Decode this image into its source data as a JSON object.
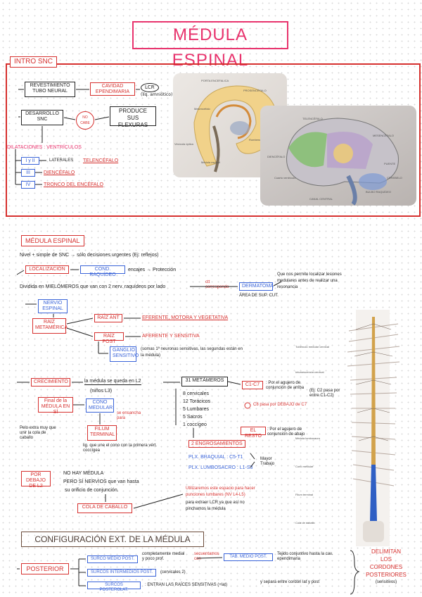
{
  "title": "MÉDULA ESPINAL",
  "intro": {
    "label": "INTRO SNC",
    "tube_box": "REVESTIMIENTO TUBO NEURAL",
    "cavity_box": "CAVIDAD EPENDIMARIA",
    "lcr": "LCR",
    "lcr_note": "(líq. amniótico)",
    "dev_box": "DESARROLLO SNC",
    "no_cabe": "NO CABE",
    "flexuras_box": "PRODUCE SUS FLEXURAS",
    "dilatations_title": "DILATACIONES : VENTRÍCULOS",
    "ventricles": [
      {
        "tag": "I y II",
        "arrow_label": "LATERALES",
        "target": "TELENCÉFALO"
      },
      {
        "tag": "III",
        "arrow_label": "",
        "target": "DIENCÉFALO"
      },
      {
        "tag": "IV",
        "arrow_label": "",
        "target": "TRONCO DEL ENCÉFALO"
      }
    ]
  },
  "medula": {
    "label": "MÉDULA ESPINAL",
    "nivel_line": "Nivel + simple de SNC → sólo decisiones urgentes (Ej: reflejos)",
    "loc_label": "LOCALIZACIÓN",
    "loc_box": "COND. RAQUÍDEO",
    "loc_note": "encajes → Protección",
    "divide_line": "Dividida en MIELÓMEROS que van con 2 nerv. raquídeos por lado",
    "ctt_label": "ctt correspondo",
    "dermatoma_box": "DERMATOMA",
    "dermatoma_note": "ÁREA DE SUP. CUT.",
    "dermatoma_side": "Que nos permite localizar lesiones medulares antes de realizar una resonancia",
    "nervio_box": "NERVIO ESPINAL",
    "raiz_box": "RAÍZ METAMÉRICA",
    "raiz_ant_box": "RAÍZ ANT",
    "raiz_ant_text": "EFERENTE, MOTORA Y VEGETATIVA",
    "raiz_post_box": "RAÍZ POST",
    "raiz_post_text": "AFERENTE Y SENSITIVA",
    "ganglio_box": "GANGLIO SENSITIVO",
    "ganglio_note": "(somas 1ª neuronas sensitivas, las segundas están en la médula)"
  },
  "crecimiento": {
    "label": "CRECIMIENTO",
    "se_queda": "la médula se queda en L2",
    "ninos": "(niños L3)",
    "metameros_box": "31 METÁMEROS",
    "metameros": [
      "8 cervicales",
      "12 Torácicos",
      "5 Lumbares",
      "5 Sacros",
      "1 coccígeo"
    ],
    "final_box": "Final de la MÉDULA EN SÍ",
    "cono_box": "CONO MEDULAR",
    "cono_note": "se ensancha para",
    "filum_box": "FILUM TERMINAL",
    "filum_note": "lig. que une el cono con la primera vért. coccígea",
    "pelo_note": "Pelo extra muy que unir la cola de caballo",
    "c1c7_box": "C1-C7",
    "c1c7_text": ": Por el agujero de conjunción de arriba",
    "c2_example": "(Ej: C2 pasa por entre C1-C2)",
    "c8_text": "C8 pasa por DEBAJO de C7",
    "resto_box": "EL RESTO",
    "resto_text": ": Por el agujero de conjunción de abajo",
    "engrosamientos": "2 ENGROSAMIENTOS",
    "plx1": "PLX. BRAQUIAL : C5-T1",
    "plx2": "PLX. LUMBOSACRO : L1-S3",
    "mayor_trabajo": "Mayor Trabajo"
  },
  "debajo": {
    "box": "POR DEBAJO DE L2",
    "line1": "NO HAY MÉDULA",
    "line2": "PERO SÍ NERVIOS que van hasta",
    "line3": "su orificio de conjunción.",
    "cola_box": "COLA DE CABALLO",
    "espacio": "Utilizaremos este espacio para hacer punciones lumbares (NV L4-L5)",
    "extraer": "para extraer LCR ya que así no pinchamos la médula"
  },
  "config": {
    "title": "CONFIGURACIÓN EXT. DE LA MÉDULA",
    "posterior_box": "POSTERIOR",
    "surco_medio": "SURCO MEDIO POST.",
    "completamente": "completamente medial y poco prof.",
    "secuentamos": "secuentamos con",
    "tab_box": "TAB. MEDIO POST.",
    "tejido": "Tejido conjuntivo hasta la cav. ependimaria",
    "surcos_inter": "SURCOS INTERMEDIOS POST.",
    "surcos_inter_note": "(cervicales 2)",
    "surcos_post": "SURCOS POSTEROLAT.",
    "surcos_post_note": ": ENTRAN LAS RAÍCES SENSITIVAS (+lat)",
    "separa": "y separa entre cordón lat y post",
    "delimitan": [
      "DELIMITAN",
      "LOS",
      "CORDONES",
      "POSTERIORES"
    ],
    "sensitivos": "(sensitivos)"
  },
  "brain_labels": [
    "PORTA ENCEFALICA",
    "PROSENCÉFALO",
    "Mesencéfalo",
    "Rombencéfalo",
    "Médula espinal",
    "Vesícula óptica",
    "TELENCÉFALO",
    "DIENCÉFALO",
    "MESENCÉFALO",
    "PUENTE",
    "CEREBELO",
    "BULBO RAQUÍDEO",
    "Cuarto ventrículo",
    "CANAL CENTRAL"
  ],
  "spine_labels": [
    "Tubérculo medular cervical",
    "Intumescencia cervical",
    "Médula lumbosacra",
    "Cono medular",
    "Filum terminal",
    "Cola de caballo"
  ],
  "colors": {
    "pink": "#e8336d",
    "red": "#d6302e",
    "blue": "#3a64d8"
  }
}
